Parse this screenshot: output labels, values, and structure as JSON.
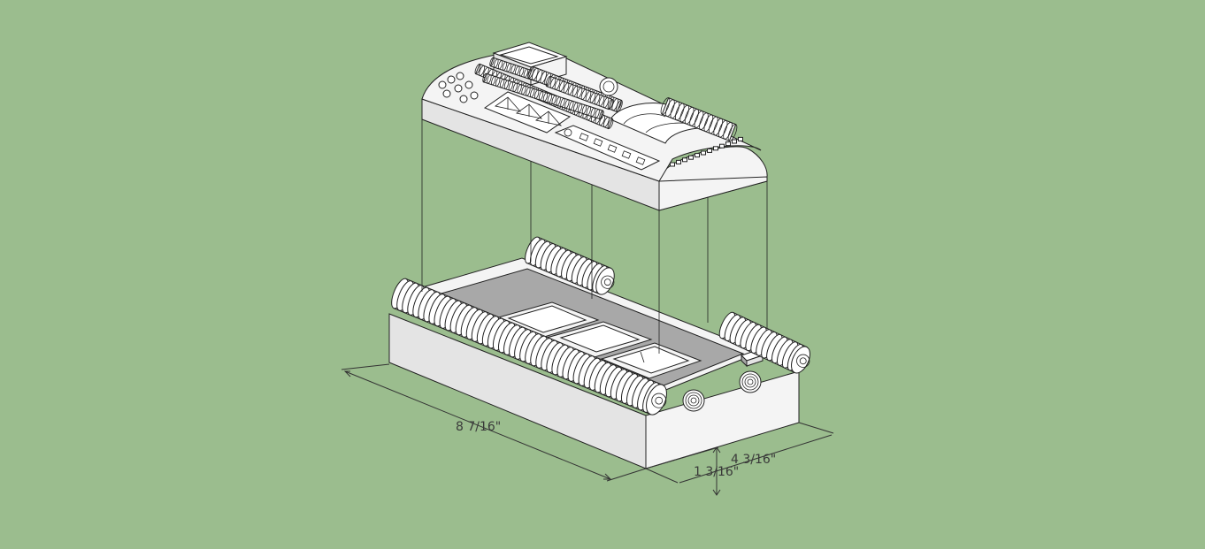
{
  "dimensions": {
    "length": "8 7/16\"",
    "width": "4 3/16\"",
    "height": "1 3/16\""
  },
  "colors": {
    "background": "#9bbd8e",
    "model_face": "#f4f4f4",
    "model_side": "#e4e4e4",
    "model_shadow": "#a8a8a8",
    "lines": "#222222"
  },
  "components": {
    "roof_module": "roof-module",
    "base_hull": "base-hull",
    "front_pipe": "front-greeble-pipe",
    "rear_pipe_left": "rear-greeble-pipe-left",
    "rear_pipe_right": "rear-greeble-pipe-right",
    "vents": [
      "vent-left",
      "vent-right"
    ]
  }
}
